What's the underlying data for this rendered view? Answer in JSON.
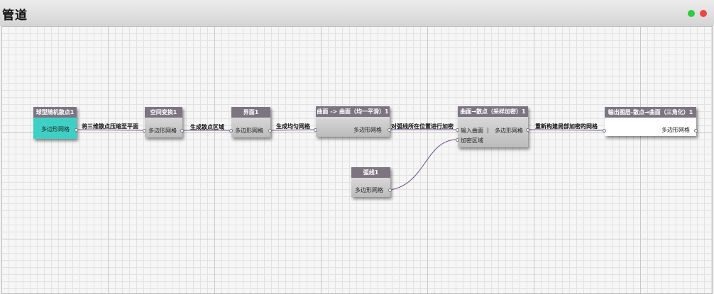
{
  "window": {
    "title": "管道",
    "controls": [
      {
        "name": "maximize",
        "color": "#2ecc40"
      },
      {
        "name": "close",
        "color": "#ee4444"
      }
    ]
  },
  "nodes": {
    "sphere_scatter": {
      "title": "球型随机散点1",
      "output": "多边形网格"
    },
    "space_transform": {
      "title": "空间变换1",
      "output": "多边形网格"
    },
    "interface": {
      "title": "界面1",
      "output": "多边形网格"
    },
    "surface_to_surface": {
      "title": "曲面 -> 曲面（均一平滑）1",
      "output": "多边形网格"
    },
    "surface_to_points": {
      "title": "曲面→散点（采样加密）1",
      "input1": "输入曲面",
      "separator": "|",
      "output": "多边形网格",
      "input2": "加密区域"
    },
    "output_layer": {
      "title": "输出图层-散点→曲面（三角化）1",
      "output": "多边形网格"
    },
    "arc": {
      "title": "弧线1",
      "output": "多边形网格"
    }
  },
  "edges": {
    "e1": "将三维散点压缩至平面",
    "e2": "生成散点区域",
    "e3": "生成均匀网格",
    "e4": "对弧线所在位置进行加密",
    "e5": "重新构建局部加密的网格"
  },
  "colors": {
    "node_header": "#7d7482",
    "teal": "#3fd0c5"
  }
}
